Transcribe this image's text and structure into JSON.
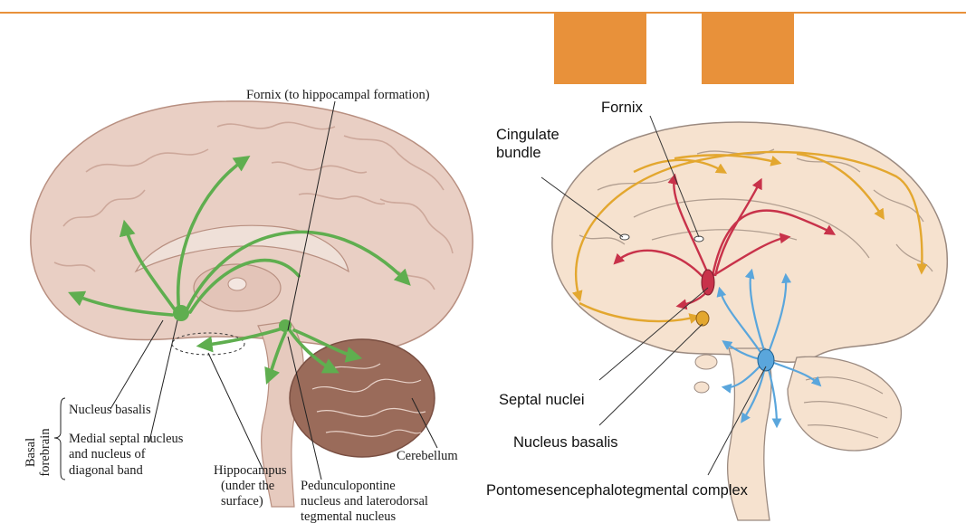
{
  "left_figure": {
    "fornix_label": "Fornix (to hippocampal formation)",
    "group_label": [
      "Basal",
      "forebrain"
    ],
    "nucleus_basalis": "Nucleus basalis",
    "medial_septal": [
      "Medial septal nucleus",
      "and nucleus of",
      "diagonal band"
    ],
    "hippocampus": [
      "Hippocampus",
      "(under the",
      "surface)"
    ],
    "pedunculopontine": [
      "Pedunculopontine",
      "nucleus and laterodorsal",
      "tegmental nucleus"
    ],
    "cerebellum": "Cerebellum"
  },
  "right_figure": {
    "fornix": "Fornix",
    "cingulate": [
      "Cingulate",
      "bundle"
    ],
    "septal_nuclei": "Septal nuclei",
    "nucleus_basalis": "Nucleus basalis",
    "pontomesencephalotegmental": "Pontomesencephalotegmental complex"
  },
  "colors": {
    "accent": "#e8913a",
    "pathway_green": "#5fae4f",
    "pathway_red": "#c8324a",
    "pathway_yellow": "#e3a72f",
    "pathway_blue": "#5aa6dc"
  }
}
